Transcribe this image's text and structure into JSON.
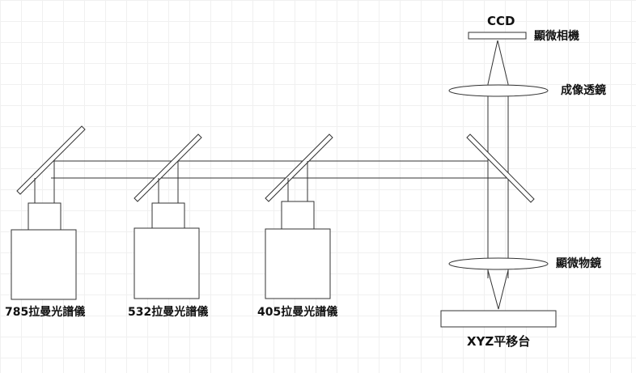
{
  "labels": {
    "camera_ccd": "CCD",
    "camera_name": "顯微相機",
    "imaging_lens": "成像透鏡",
    "objective_lens": "顯微物鏡",
    "stage": "XYZ平移台",
    "laser_785": "785拉曼光譜儀",
    "laser_532": "532拉曼光譜儀",
    "laser_405": "405拉曼光譜儀"
  }
}
